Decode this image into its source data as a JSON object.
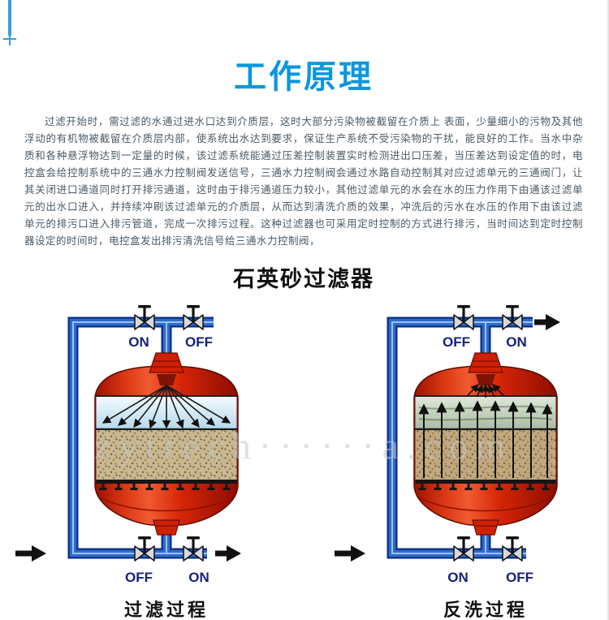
{
  "page": {
    "title": "工作原理",
    "body_text": "过滤开始时，需过滤的水通过进水口达到介质层，这时大部分污染物被截留在介质上 表面，少量细小的污物及其他浮动的有机物被截留在介质层内部，使系统出水达到要求，保证生产系统不受污染物的干扰，能良好的工作。当水中杂质和各种悬浮物达到一定量的时候，该过滤系统能通过压差控制装置实时检测进出口压差，当压差达到设定值的时，电控盒会给控制系统中的三通水力控制阀发送信号，三通水力控制阀会通过水路自动控制其对应过滤单元的三通阀门，让其关闭进口通道同时打开排污通道，这时由于排污通道压力较小，其他过滤单元的水会在水的压力作用下由通该过滤单元的出水口进入，并持续冲刷该过滤单元的介质层，从而达到清洗介质的效果，冲洗后的污水在水压的作用下由该过滤单元的排污口进入排污管道，完成一次排污过程。这种过滤器也可采用定时控制的方式进行排污，当时间达到定时控制器设定的时间时，电控盒发出排污清洗信号给三通水力控制阀，",
    "section_title": "石英砂过滤器",
    "watermark": "zyttech······a.com"
  },
  "filtration": {
    "caption": "过滤过程",
    "valves": {
      "top_left": "ON",
      "top_right": "OFF",
      "bottom_left": "OFF",
      "bottom_right": "ON"
    }
  },
  "backwash": {
    "caption": "反洗过程",
    "valves": {
      "top_left": "OFF",
      "top_right": "ON",
      "bottom_left": "ON",
      "bottom_right": "OFF"
    }
  },
  "colors": {
    "title_blue": "#0a97de",
    "pipe_blue": "#2e6bcd",
    "tank_red": "#d62508",
    "water_blue": "#cfe6f4",
    "backwash_water_green": "#b4c6ae",
    "sand_tan": "#c9b88f",
    "valve_label_navy": "#16217c"
  }
}
